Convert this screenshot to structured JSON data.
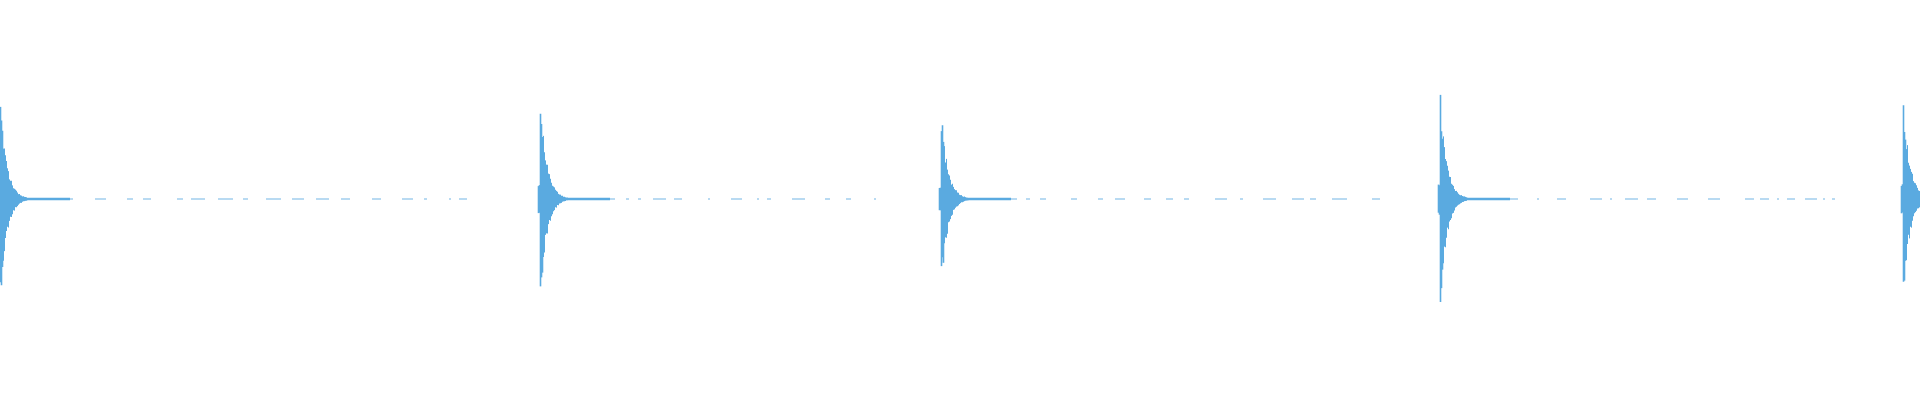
{
  "waveform": {
    "color": "#5aaae0",
    "background": "#ffffff",
    "duration_fraction_visible": 1.0,
    "peaks": [
      {
        "position": 0.0,
        "pos_amp": 0.96,
        "neg_amp": 0.96
      },
      {
        "position": 0.281,
        "pos_amp": 0.97,
        "neg_amp": 0.97
      },
      {
        "position": 0.49,
        "pos_amp": 0.84,
        "neg_amp": 0.84
      },
      {
        "position": 0.75,
        "pos_amp": 1.0,
        "neg_amp": 1.0
      },
      {
        "position": 0.991,
        "pos_amp": 0.97,
        "neg_amp": 0.97
      }
    ],
    "tail_noise_level": 0.015
  }
}
